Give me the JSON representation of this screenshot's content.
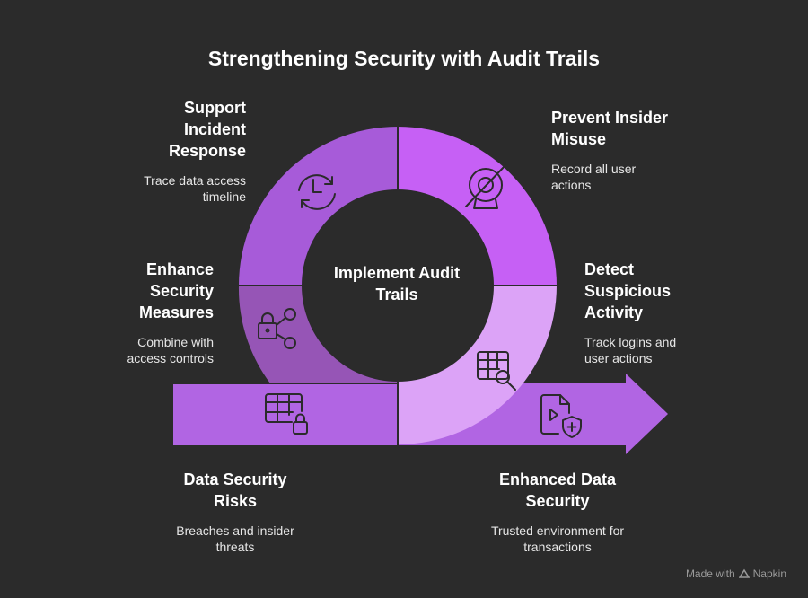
{
  "title": "Strengthening Security with Audit Trails",
  "center": {
    "label": "Implement Audit Trails"
  },
  "steps": [
    {
      "key": "support-incident-response",
      "heading": "Support Incident Response",
      "description": "Trace data access timeline",
      "icon": "clock-refresh-icon",
      "color": "#a75bd9"
    },
    {
      "key": "prevent-insider-misuse",
      "heading": "Prevent Insider Misuse",
      "description": "Record all user actions",
      "icon": "camera-off-icon",
      "color": "#c660f5"
    },
    {
      "key": "detect-suspicious-activity",
      "heading": "Detect Suspicious Activity",
      "description": "Track logins and user actions",
      "icon": "table-search-icon",
      "color": "#dca3f7"
    },
    {
      "key": "enhance-security-measures",
      "heading": "Enhance Security Measures",
      "description": "Combine with access controls",
      "icon": "lock-share-icon",
      "color": "#9655b6"
    },
    {
      "key": "data-security-risks",
      "heading": "Data Security Risks",
      "description": "Breaches and insider threats",
      "icon": "table-lock-icon",
      "color": "#b165e3"
    },
    {
      "key": "enhanced-data-security",
      "heading": "Enhanced Data Security",
      "description": "Trusted environment for transactions",
      "icon": "document-shield-icon",
      "color": "#b165e3"
    }
  ],
  "footer": {
    "made_with": "Made with",
    "brand": "Napkin"
  }
}
